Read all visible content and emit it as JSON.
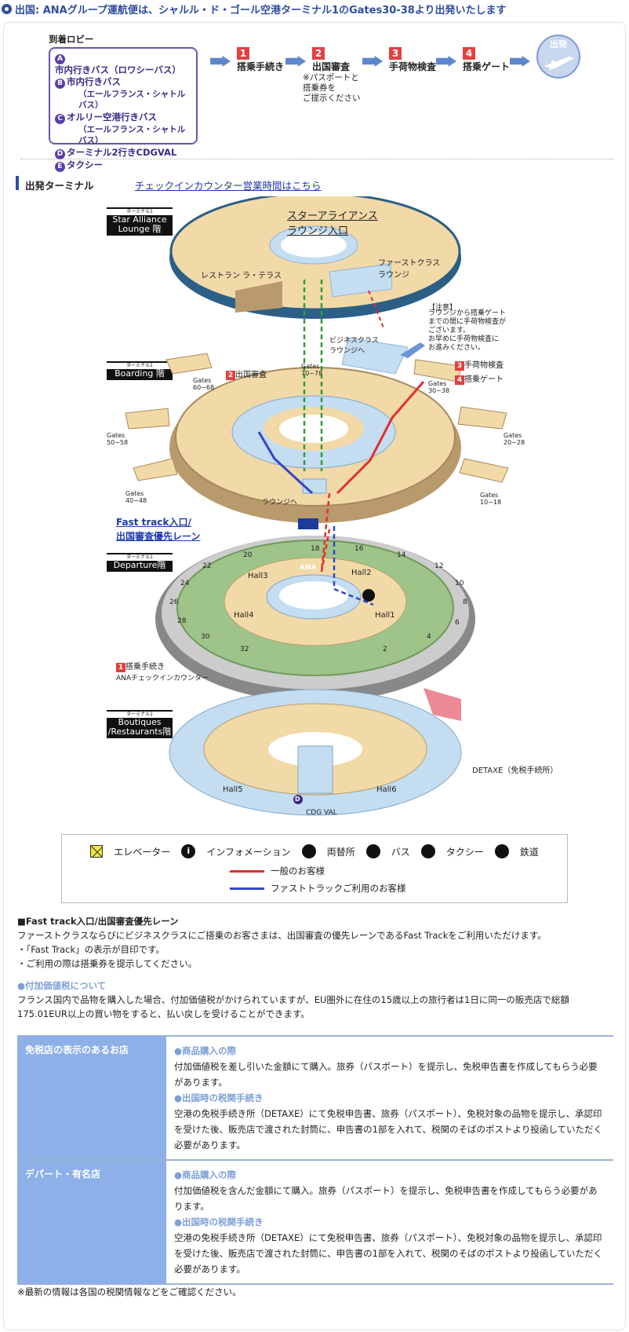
{
  "header": {
    "title": "出国: ANAグループ運航便は、シャルル・ド・ゴール空港ターミナル1のGates30-38より出発いたします"
  },
  "flow": {
    "lobby_title": "到着ロビー",
    "lobby_items": [
      {
        "mark": "A",
        "text": "市内行きバス（ロワシーバス）",
        "sub": ""
      },
      {
        "mark": "B",
        "text": "市内行きバス",
        "sub": "（エールフランス・シャトルバス）"
      },
      {
        "mark": "C",
        "text": "オルリー空港行きバス",
        "sub": "（エールフランス・シャトルバス）"
      },
      {
        "mark": "D",
        "text": "ターミナル2行きCDGVAL",
        "sub": ""
      },
      {
        "mark": "E",
        "text": "タクシー",
        "sub": ""
      }
    ],
    "steps": [
      {
        "num": "1",
        "label": "搭乗手続き",
        "note": ""
      },
      {
        "num": "2",
        "label": "出国審査",
        "note": "※パスポートと\n搭乗券を\nご提示ください"
      },
      {
        "num": "3",
        "label": "手荷物検査",
        "note": ""
      },
      {
        "num": "4",
        "label": "搭乗ゲート",
        "note": ""
      }
    ],
    "departure_label": "出発"
  },
  "terminal": {
    "section_title": "出発ターミナル",
    "checkin_link": "チェックインカウンター営業時間はこちら"
  },
  "diagram": {
    "floors": [
      {
        "small": "ターミナル1",
        "name": "Star Alliance\nLounge 階"
      },
      {
        "small": "ターミナル1",
        "name": "Boarding 階"
      },
      {
        "small": "ターミナル1",
        "name": "Departure階"
      },
      {
        "small": "ターミナル1",
        "name": "Boutiques\n/Restaurants階"
      }
    ],
    "labels": {
      "star_alliance_entrance": "スターアライアンス\nラウンジ入口",
      "restaurant": "レストラン ラ・テラス",
      "first_class": "ファーストクラス\nラウンジ",
      "business_class": "ビジネスクラス\nラウンジへ",
      "note_title": "【注意】",
      "note_body": "ラウンジから搭乗ゲート\nまでの間に手荷物検査が\nございます。\nお早めに手荷物検査に\nお進みください。",
      "immigration": "出国審査",
      "security": "手荷物検査",
      "gate": "搭乗ゲート",
      "gates_60_68": "Gates\n60−68",
      "gates_70_78": "Gates\n70−78",
      "gates_30_38": "Gates\n30−38",
      "gates_50_58": "Gates\n50−58",
      "gates_20_28": "Gates\n20−28",
      "gates_40_48": "Gates\n40−48",
      "gates_10_18": "Gates\n10−18",
      "to_lounge": "ラウンジへ",
      "fast_track": "Fast track入口/\n出国審査優先レーン",
      "hall1": "Hall1",
      "hall2": "Hall2",
      "hall3": "Hall3",
      "hall4": "Hall4",
      "hall5": "Hall5",
      "hall6": "Hall6",
      "checkin_label": "搭乗手続き",
      "checkin_counter": "ANAチェックインカウンター",
      "detaxe": "DETAXE（免税手続所）",
      "cdgval": "CDG VAL",
      "ana": "ANA",
      "mark_d": "D",
      "counters": [
        "18",
        "16",
        "14",
        "12",
        "10",
        "8",
        "6",
        "4",
        "2",
        "20",
        "22",
        "24",
        "26",
        "28",
        "30",
        "32"
      ]
    }
  },
  "legend": {
    "items": [
      "エレベーター",
      "インフォメーション",
      "両替所",
      "バス",
      "タクシー",
      "鉄道"
    ],
    "red_line": "一般のお客様",
    "blue_line": "ファストトラックご利用のお客様"
  },
  "fast_track_section": {
    "title": "■Fast track入口/出国審査優先レーン",
    "lines": [
      "ファーストクラスならびにビジネスクラスにご搭乗のお客さまは、出国審査の優先レーンであるFast Trackをご利用いただけます。",
      "・「Fast Track」の表示が目印です。",
      "・ご利用の際は搭乗券を提示してください。"
    ]
  },
  "vat": {
    "title": "●付加価値税について",
    "body": "フランス国内で品物を購入した場合、付加価値税がかけられていますが、EU圏外に在住の15歳以上の旅行者は1日に同一の販売店で総額175.01EUR以上の買い物をすると、払い戻しを受けることができます。",
    "rows": [
      {
        "head": "免税店の表示のあるお店",
        "purchase_title": "●商品購入の際",
        "purchase_body": "付加価値税を差し引いた金額にて購入。旅券（パスポート）を提示し、免税申告書を作成してもらう必要があります。",
        "customs_title": "●出国時の税関手続き",
        "customs_body": "空港の免税手続き所（DETAXE）にて免税申告書、旅券（パスポート）、免税対象の品物を提示し、承認印を受けた後、販売店で渡された封筒に、申告書の1部を入れて、税関のそばのポストより投函していただく必要があります。"
      },
      {
        "head": "デパート・有名店",
        "purchase_title": "●商品購入の際",
        "purchase_body": "付加価値税を含んだ金額にて購入。旅券（パスポート）を提示し、免税申告書を作成してもらう必要があります。",
        "customs_title": "●出国時の税関手続き",
        "customs_body": "空港の免税手続き所（DETAXE）にて免税申告書、旅券（パスポート）、免税対象の品物を提示し、承認印を受けた後、販売店で渡された封筒に、申告書の1部を入れて、税関のそばのポストより投函していただく必要があります。"
      }
    ],
    "footer": "※最新の情報は各国の税関情報などをご確認ください。"
  },
  "colors": {
    "accent": "#2e4d9e",
    "table_head": "#8db0e8",
    "floor_fill": "#f2d9a8",
    "floor_blue": "#c4ddf0",
    "red_route": "#e23030",
    "blue_route": "#3347c8",
    "green_route": "#2f9c3a"
  }
}
